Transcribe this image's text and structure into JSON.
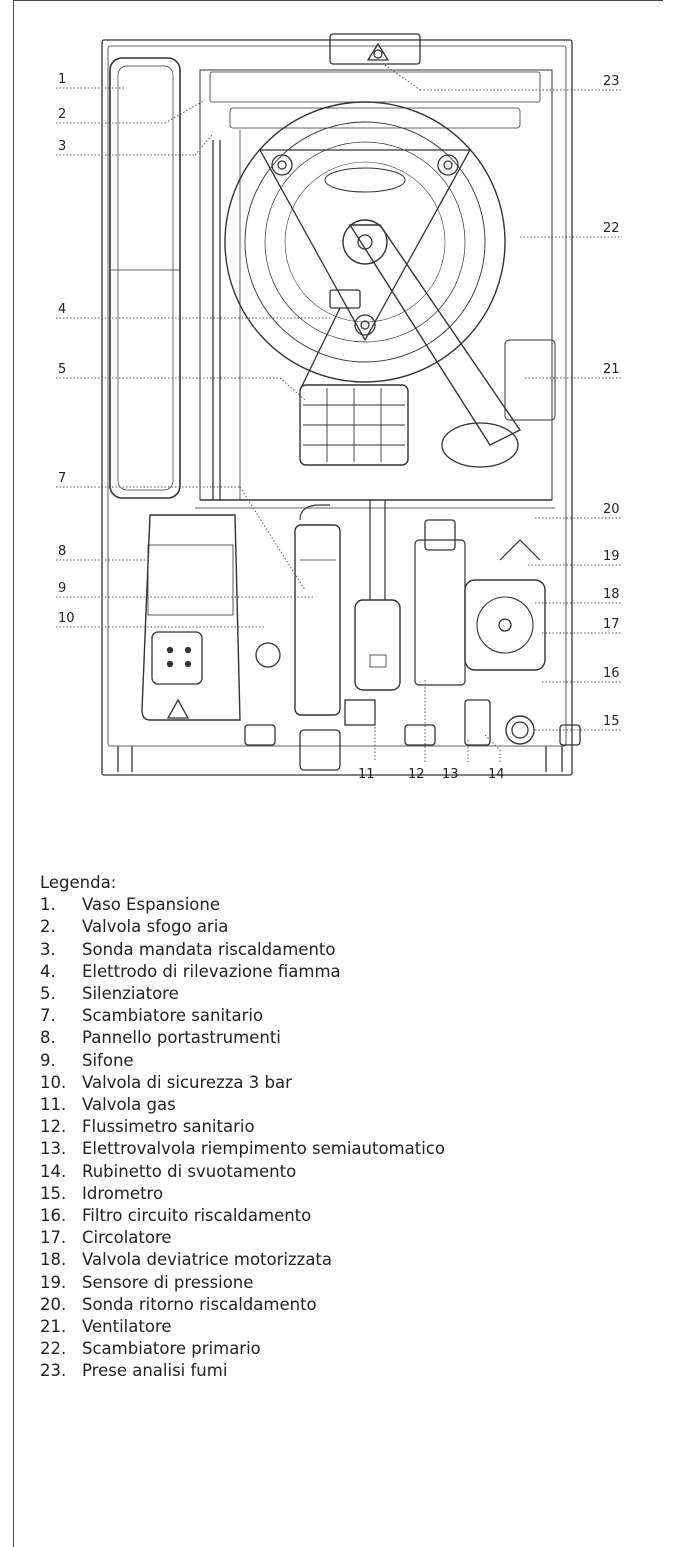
{
  "callouts": {
    "left": [
      "1",
      "2",
      "3",
      "4",
      "5",
      "7",
      "8",
      "9",
      "10"
    ],
    "right": [
      "23",
      "22",
      "21",
      "20",
      "19",
      "18",
      "17",
      "16",
      "15"
    ],
    "bottom": [
      "11",
      "12",
      "13",
      "14"
    ]
  },
  "legend": {
    "title": "Legenda:",
    "items": [
      {
        "num": "1.",
        "label": "Vaso Espansione"
      },
      {
        "num": "2.",
        "label": "Valvola sfogo aria"
      },
      {
        "num": "3.",
        "label": "Sonda mandata riscaldamento"
      },
      {
        "num": "4.",
        "label": "Elettrodo di rilevazione fiamma"
      },
      {
        "num": "5.",
        "label": "Silenziatore"
      },
      {
        "num": "7.",
        "label": "Scambiatore sanitario"
      },
      {
        "num": "8.",
        "label": "Pannello portastrumenti"
      },
      {
        "num": "9.",
        "label": "Sifone"
      },
      {
        "num": "10.",
        "label": "Valvola di sicurezza 3 bar"
      },
      {
        "num": "11.",
        "label": "Valvola gas"
      },
      {
        "num": "12.",
        "label": "Flussimetro sanitario"
      },
      {
        "num": "13.",
        "label": "Elettrovalvola riempimento semiautomatico"
      },
      {
        "num": "14.",
        "label": "Rubinetto di svuotamento"
      },
      {
        "num": "15.",
        "label": "Idrometro"
      },
      {
        "num": "16.",
        "label": "Filtro circuito riscaldamento"
      },
      {
        "num": "17.",
        "label": "Circolatore"
      },
      {
        "num": "18.",
        "label": "Valvola deviatrice motorizzata"
      },
      {
        "num": "19.",
        "label": "Sensore di pressione"
      },
      {
        "num": "20.",
        "label": "Sonda ritorno riscaldamento"
      },
      {
        "num": "21.",
        "label": "Ventilatore"
      },
      {
        "num": "22.",
        "label": "Scambiatore primario"
      },
      {
        "num": "23.",
        "label": "Prese analisi fumi"
      }
    ]
  }
}
